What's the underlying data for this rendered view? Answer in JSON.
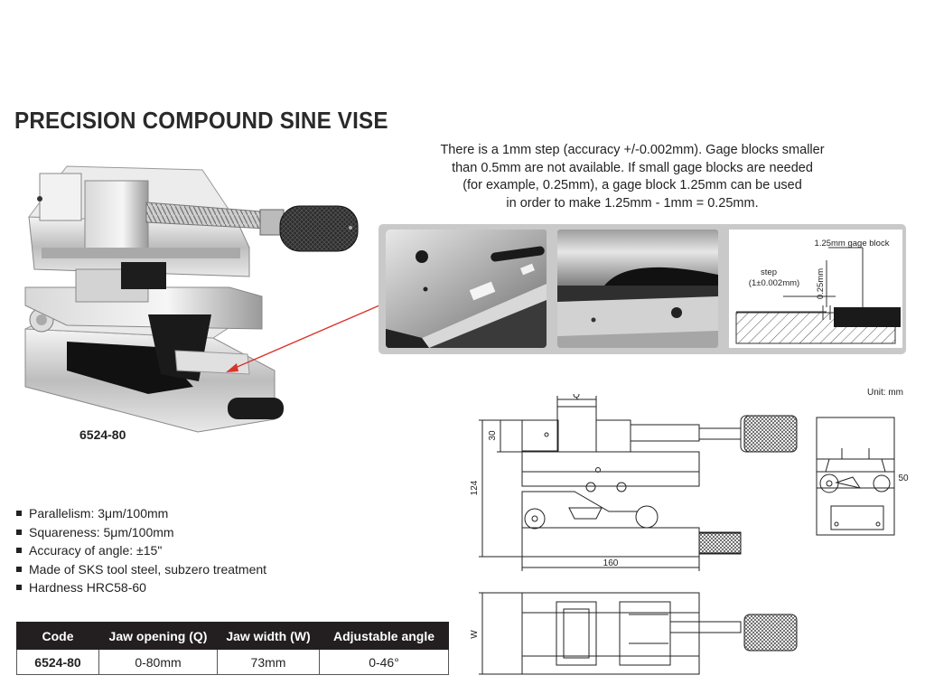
{
  "title": "PRECISION COMPOUND SINE VISE",
  "note_lines": [
    "There is a 1mm step (accuracy +/-0.002mm). Gage blocks smaller",
    "than 0.5mm are not available. If small gage blocks are needed",
    "(for example, 0.25mm), a gage block 1.25mm can be used",
    "in order to make 1.25mm - 1mm = 0.25mm."
  ],
  "model": "6524-80",
  "unit_label": "Unit: mm",
  "detail_diagram": {
    "gage_label": "1.25mm gage block",
    "step_label": "step",
    "step_tol": "(1±0.002mm)",
    "gap_label": "0.25mm"
  },
  "drawing_dims": {
    "q": "Q",
    "d30": "30",
    "d124": "124",
    "d160": "160",
    "d50": "50",
    "w": "W"
  },
  "specs": [
    "Parallelism: 3μm/100mm",
    "Squareness: 5μm/100mm",
    "Accuracy of angle: ±15\"",
    "Made of SKS tool steel, subzero treatment",
    "Hardness HRC58-60"
  ],
  "table": {
    "headers": [
      "Code",
      "Jaw opening (Q)",
      "Jaw width (W)",
      "Adjustable angle"
    ],
    "rows": [
      [
        "6524-80",
        "0-80mm",
        "73mm",
        "0-46°"
      ]
    ]
  },
  "colors": {
    "arrow": "#d9342b",
    "header_bg": "#231f20",
    "panel_bg": "#c9c9c9"
  }
}
